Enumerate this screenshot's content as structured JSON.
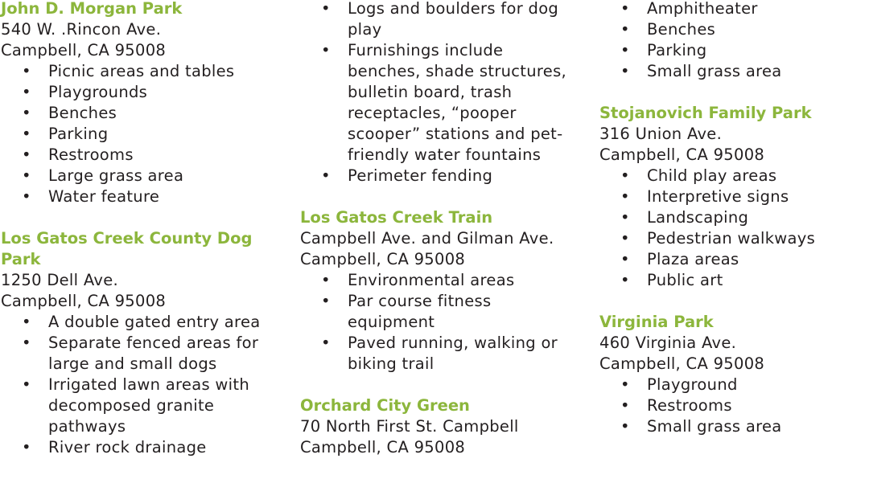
{
  "columns": [
    {
      "parks": [
        {
          "name": "John D. Morgan Park",
          "address_lines": [
            "540 W. .Rincon Ave.",
            "Campbell, CA 95008"
          ],
          "features": [
            "Picnic areas and tables",
            "Playgrounds",
            "Benches",
            "Parking",
            "Restrooms",
            "Large grass area",
            "Water feature"
          ]
        },
        {
          "name": "Los Gatos Creek County Dog Park",
          "address_lines": [
            "1250 Dell Ave.",
            "Campbell, CA 95008"
          ],
          "features": [
            "A double gated entry area",
            "Separate fenced areas for large and small dogs",
            "Irrigated lawn areas with decomposed granite pathways",
            "River rock drainage"
          ]
        }
      ]
    },
    {
      "parks": [
        {
          "name": "",
          "address_lines": [],
          "features": [
            "Logs and boulders for dog play",
            "Furnishings include benches, shade structures, bulletin board, trash receptacles, “pooper scooper” stations and pet-friendly water fountains",
            "Perimeter fending"
          ]
        },
        {
          "name": "Los Gatos Creek Train",
          "address_lines": [
            "Campbell Ave. and Gilman Ave.",
            "Campbell, CA 95008"
          ],
          "features": [
            "Environmental areas",
            "Par course fitness equipment",
            "Paved running, walking or biking trail"
          ]
        },
        {
          "name": "Orchard City Green",
          "address_lines": [
            "70 North First St. Campbell",
            "Campbell, CA 95008"
          ],
          "features": []
        }
      ]
    },
    {
      "parks": [
        {
          "name": "",
          "address_lines": [],
          "features": [
            "Amphitheater",
            "Benches",
            "Parking",
            "Small grass area"
          ]
        },
        {
          "name": "Stojanovich Family Park",
          "address_lines": [
            "316 Union Ave.",
            "Campbell, CA 95008"
          ],
          "features": [
            "Child play areas",
            "Interpretive signs",
            "Landscaping",
            "Pedestrian walkways",
            "Plaza areas",
            "Public art"
          ]
        },
        {
          "name": "Virginia Park",
          "address_lines": [
            "460 Virginia Ave.",
            "Campbell, CA 95008"
          ],
          "features": [
            "Playground",
            "Restrooms",
            "Small grass area"
          ]
        }
      ]
    }
  ],
  "colors": {
    "heading": "#8cb63c",
    "text": "#231f20"
  }
}
